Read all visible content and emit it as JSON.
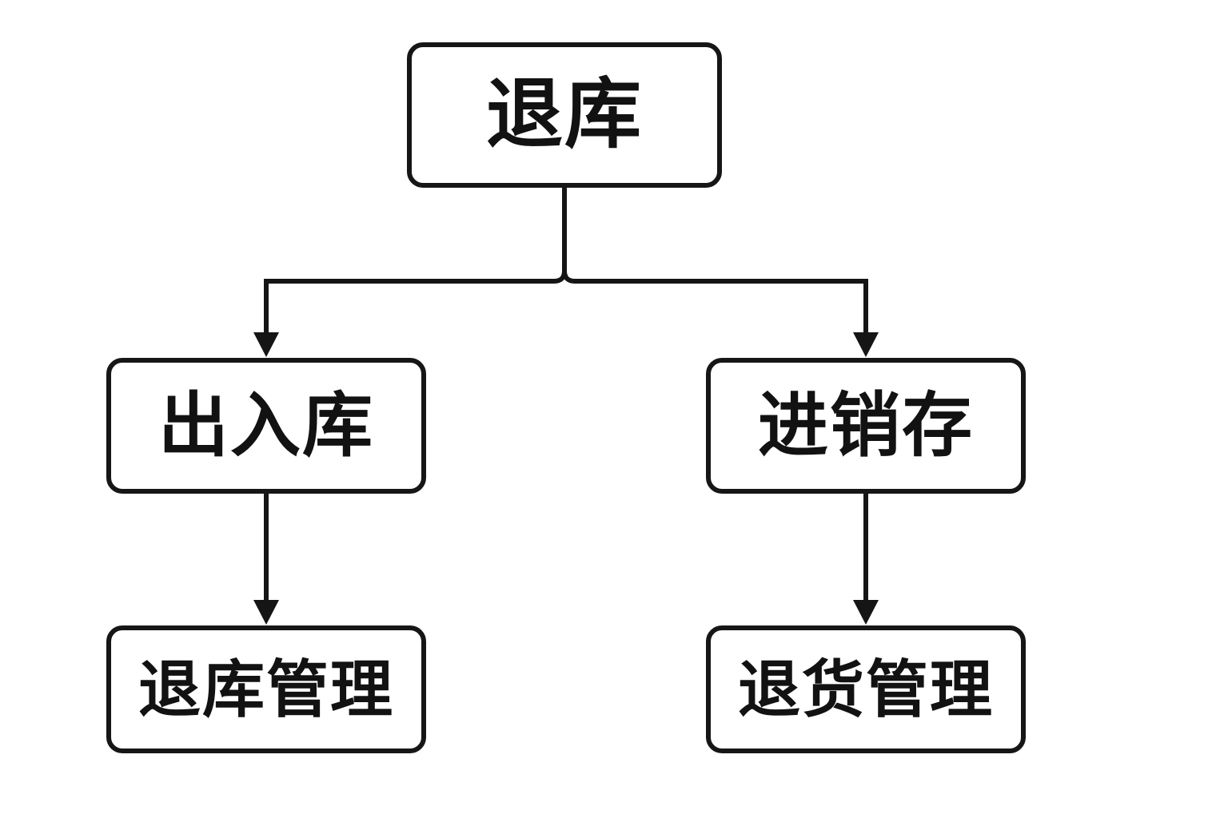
{
  "diagram": {
    "type": "flowchart",
    "background_color": "#ffffff",
    "node_fill_color": "#ffffff",
    "node_border_color": "#161616",
    "edge_color": "#151515",
    "text_color": "#121212",
    "nodes": {
      "root": {
        "label": "退库"
      },
      "mid_left": {
        "label": "出入库"
      },
      "mid_right": {
        "label": "进销存"
      },
      "leaf_left": {
        "label": "退库管理"
      },
      "leaf_right": {
        "label": "退货管理"
      }
    },
    "edges": [
      {
        "from": "退库",
        "to": "出入库",
        "style": "arrow-down"
      },
      {
        "from": "退库",
        "to": "进销存",
        "style": "arrow-down"
      },
      {
        "from": "出入库",
        "to": "退库管理",
        "style": "arrow-down"
      },
      {
        "from": "进销存",
        "to": "退货管理",
        "style": "arrow-down"
      }
    ]
  }
}
